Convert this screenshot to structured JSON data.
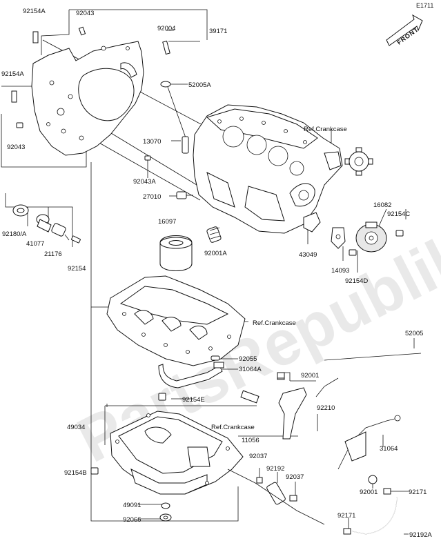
{
  "diagram_code": "E1711",
  "front_label": "FRONT",
  "watermark": "PartsRepublik",
  "refs": {
    "crankcase_top": "Ref.Crankcase",
    "crankcase_mid": "Ref.Crankcase",
    "crankcase_bottom": "Ref.Crankcase"
  },
  "parts": {
    "p92154A_top": "92154A",
    "p92043_top": "92043",
    "p92004": "92004",
    "p39171": "39171",
    "p52005A": "52005A",
    "p92154A_left": "92154A",
    "p92043_left": "92043",
    "p13070": "13070",
    "p92043A": "92043A",
    "p27010": "27010",
    "p16097": "16097",
    "p92001A": "92001A",
    "p16082": "16082",
    "p92154C": "92154C",
    "p43049": "43049",
    "p14093": "14093",
    "p92154D": "92154D",
    "p92180A": "92180/A",
    "p41077": "41077",
    "p21176": "21176",
    "p92154": "92154",
    "p52005": "52005",
    "p92055": "92055",
    "p31064A": "31064A",
    "p92001_a": "92001",
    "p92154E": "92154E",
    "p92210": "92210",
    "p49034": "49034",
    "p11056": "11056",
    "p31064": "31064",
    "p92037_a": "92037",
    "p92192": "92192",
    "p92037_b": "92037",
    "p92154B": "92154B",
    "p92001_b": "92001",
    "p92171_a": "92171",
    "p49091": "49091",
    "p92066": "92066",
    "p92171_b": "92171",
    "p92192A": "92192A"
  }
}
